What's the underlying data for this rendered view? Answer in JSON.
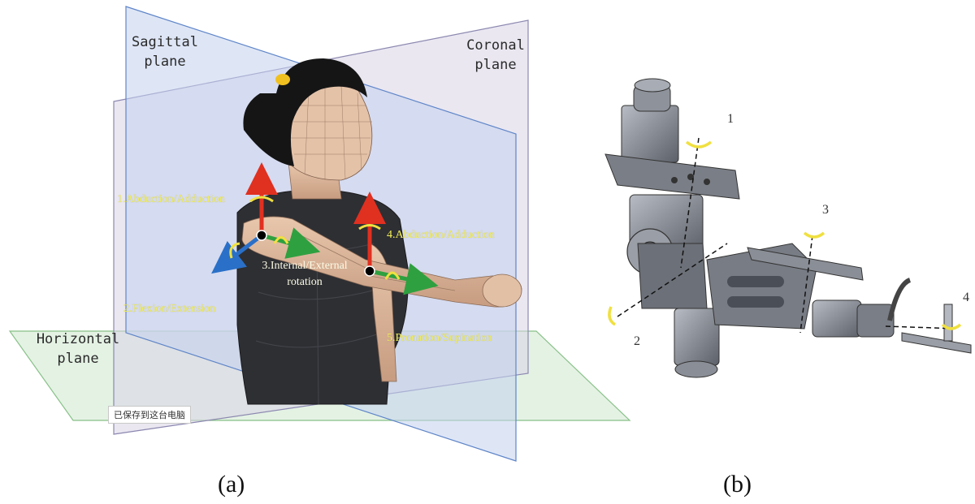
{
  "panel_a": {
    "planes": {
      "sagittal": "Sagittal\nplane",
      "coronal": "Coronal\nplane",
      "horizontal": "Horizontal\nplane"
    },
    "motions": {
      "m1": "1.Abduction/Adduction",
      "m2": "2.Flexion/Extension",
      "m3": "3.Internal/External\nrotation",
      "m4": "4.Abduction/Adduction",
      "m5": "5.Pronation/Supination"
    },
    "tooltip": "已保存到这台电脑",
    "caption": "(a)"
  },
  "panel_b": {
    "joints": [
      "1",
      "2",
      "3",
      "4"
    ],
    "caption": "(b)"
  },
  "colors": {
    "vertical_arrow": "#e03020",
    "horizontal_arrow": "#2fa040",
    "blue_arrow": "#2a70c8",
    "rotation_arrow": "#f0e040"
  }
}
